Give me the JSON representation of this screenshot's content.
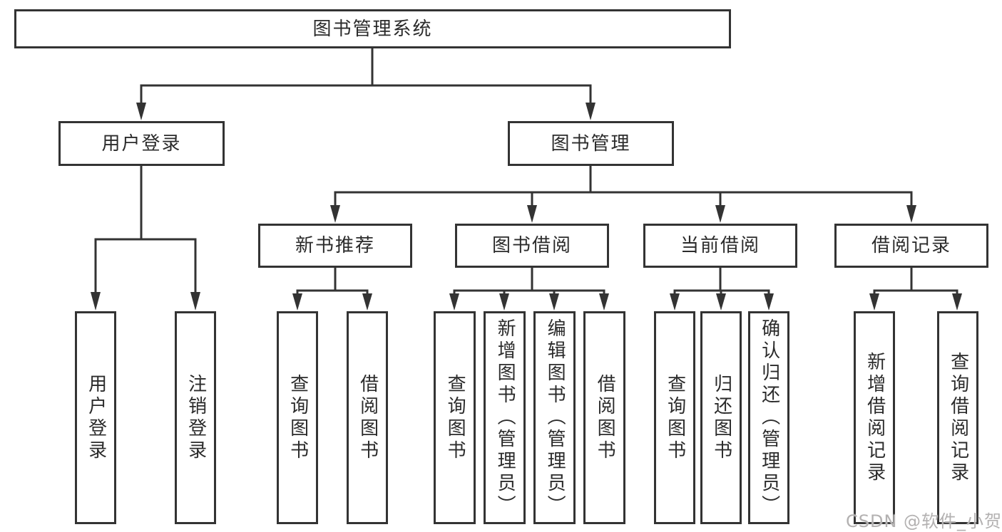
{
  "tree": {
    "root": {
      "label": "图书管理系统"
    },
    "children": [
      {
        "label": "用户登录",
        "children": [
          {
            "label": "用户登录"
          },
          {
            "label": "注销登录"
          }
        ]
      },
      {
        "label": "图书管理",
        "children": [
          {
            "label": "新书推荐",
            "children": [
              {
                "label": "查询图书"
              },
              {
                "label": "借阅图书"
              }
            ]
          },
          {
            "label": "图书借阅",
            "children": [
              {
                "label": "查询图书"
              },
              {
                "label": "新增图书（管理员）"
              },
              {
                "label": "编辑图书（管理员）"
              },
              {
                "label": "借阅图书"
              }
            ]
          },
          {
            "label": "当前借阅",
            "children": [
              {
                "label": "查询图书"
              },
              {
                "label": "归还图书"
              },
              {
                "label": "确认归还（管理员）"
              }
            ]
          },
          {
            "label": "借阅记录",
            "children": [
              {
                "label": "新增借阅记录"
              },
              {
                "label": "查询借阅记录"
              }
            ]
          }
        ]
      }
    ]
  },
  "watermark": {
    "text": "CSDN @软件_小贺同学"
  },
  "colors": {
    "line": "#333333",
    "text": "#2b2b2b",
    "box_background": "#ffffff",
    "watermark": "#b3b1b1"
  }
}
